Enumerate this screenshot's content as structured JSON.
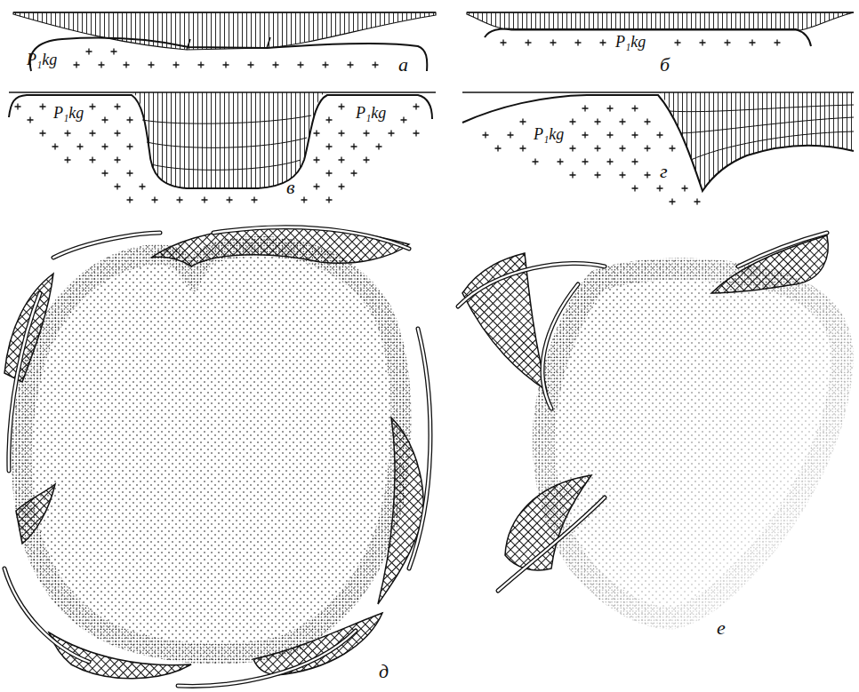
{
  "diagram": {
    "labels": [
      "P₁kg",
      "а",
      "P₁kg",
      "б",
      "P₁kg",
      "P₁kg",
      "в",
      "P₁kg",
      "г",
      "д",
      "е"
    ]
  }
}
